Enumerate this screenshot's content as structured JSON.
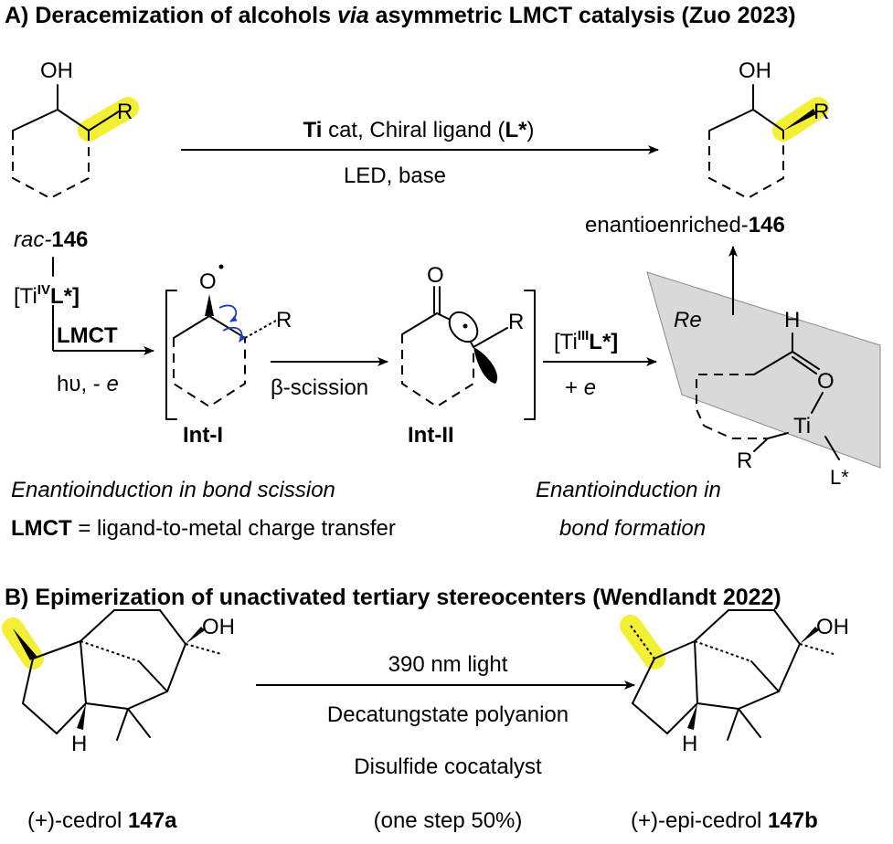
{
  "partA": {
    "title_prefix": "A) Deracemization of alcohols ",
    "title_via": "via",
    "title_suffix": " asymmetric LMCT catalysis (Zuo 2023)",
    "oh_label": "OH",
    "r_label": "R",
    "cond_ti": "Ti",
    "cond_mid": " cat, Chiral ligand (",
    "cond_lstar": "L*",
    "cond_close": ")",
    "cond_line2": "LED, base",
    "rac_prefix": "rac-",
    "compound_146": "146",
    "product_prefix": "enantioenriched-",
    "ti_open": "[Ti",
    "ti_sup_iv": "IV",
    "ti_lstar_close": "L*]",
    "lmct": "LMCT",
    "hv_text": "hυ, - ",
    "e_text": "e",
    "o_label": "O",
    "r_int1": "R",
    "beta_scission": "β-scission",
    "o_int2": "O",
    "r_int2": "R",
    "int1": "Int-I",
    "int2": "Int-II",
    "ti3_open": "[Ti",
    "ti3_sup": "III",
    "ti3_close": "L*]",
    "plus_e": "+ ",
    "re_label": "Re",
    "h_label": "H",
    "o_ts": "O",
    "ti_ts": "Ti",
    "r_ts": "R",
    "l_ts": "L*",
    "caption1": "Enantioinduction in bond scission",
    "caption2_bold": "LMCT",
    "caption2_rest": " = ligand-to-metal charge transfer",
    "caption3_line1": "Enantioinduction in",
    "caption3_line2": "bond formation"
  },
  "partB": {
    "title": "B) Epimerization of unactivated tertiary stereocenters (Wendlandt 2022)",
    "oh_left": "OH",
    "h_left": "H",
    "oh_right": "OH",
    "h_right": "H",
    "cond1": "390 nm light",
    "cond2": "Decatungstate polyanion",
    "cond3": "Disulfide cocatalyst",
    "cond4": "(one step 50%)",
    "left_name": "(+)-cedrol ",
    "left_num": "147a",
    "right_name": "(+)-epi-cedrol ",
    "right_num": "147b"
  },
  "colors": {
    "highlight": "#f2ee2a",
    "plane": "#d9d9d9",
    "arrow_blue": "#1f3fbf"
  }
}
